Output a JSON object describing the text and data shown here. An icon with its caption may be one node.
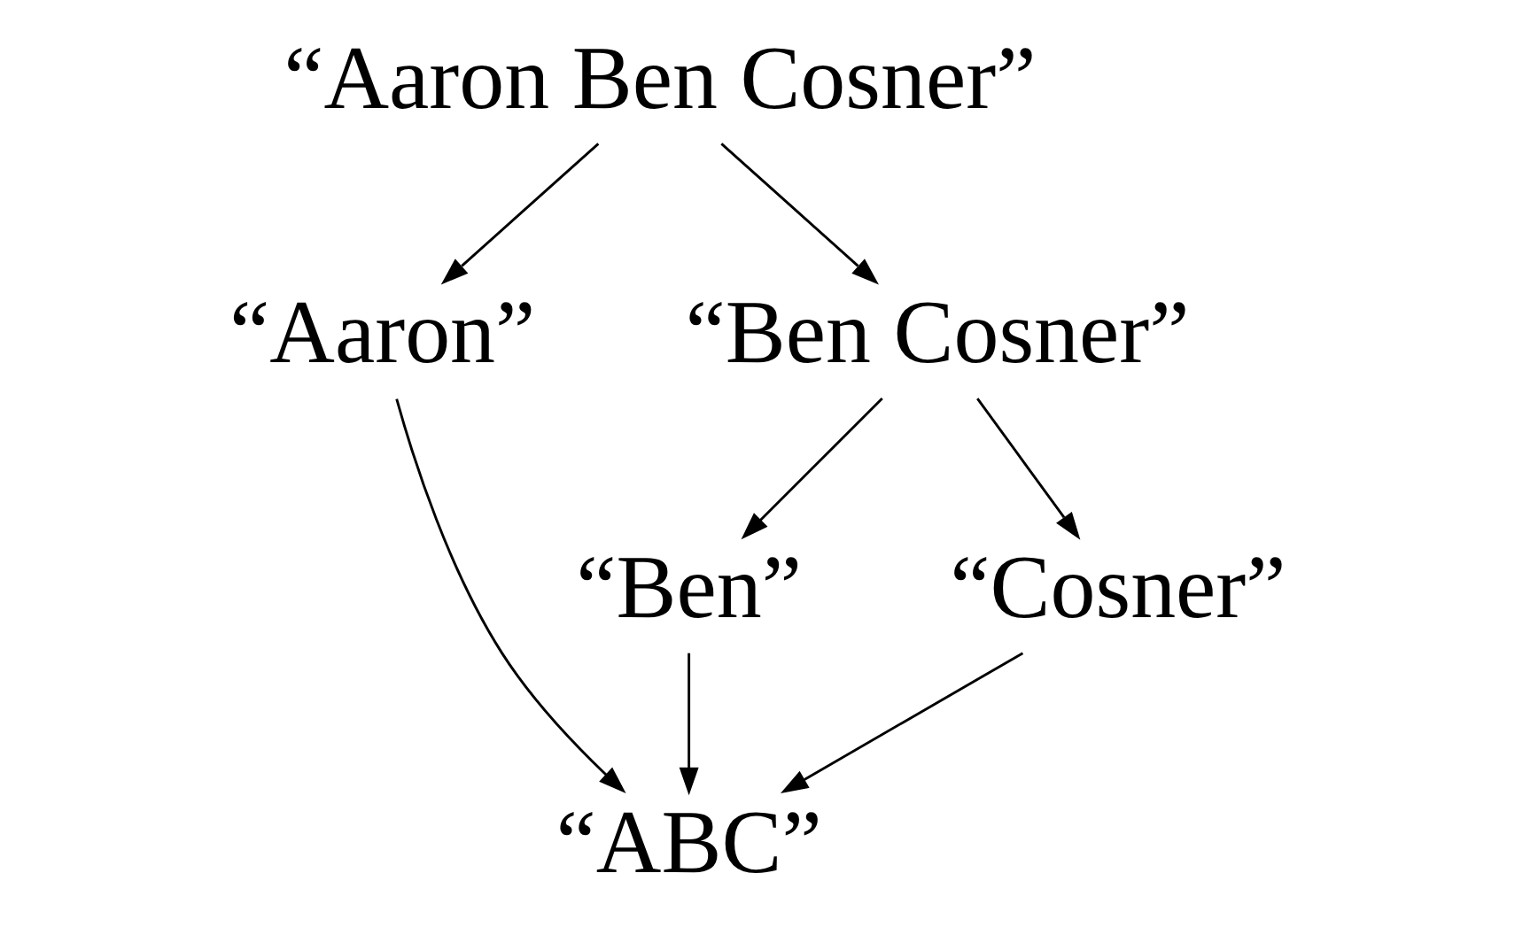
{
  "diagram": {
    "nodes": [
      {
        "text": [
          "“Aaron Ben Cosner”"
        ]
      },
      {
        "text": [
          "“Aaron”"
        ]
      },
      {
        "text": [
          "“Ben Cosner”"
        ]
      },
      {
        "text": [
          "“Ben”"
        ]
      },
      {
        "text": [
          "“Cosner”"
        ]
      },
      {
        "text": [
          "“ABC”"
        ]
      }
    ],
    "edges": [
      {
        "from": 0,
        "to": 1,
        "arrow": "to"
      },
      {
        "from": 0,
        "to": 2,
        "arrow": "to"
      },
      {
        "from": 2,
        "to": 3,
        "arrow": "to"
      },
      {
        "from": 2,
        "to": 4,
        "arrow": "to"
      },
      {
        "from": 1,
        "to": 5,
        "arrow": "to"
      },
      {
        "from": 3,
        "to": 5,
        "arrow": "to"
      },
      {
        "from": 4,
        "to": 5,
        "arrow": "to"
      }
    ]
  }
}
